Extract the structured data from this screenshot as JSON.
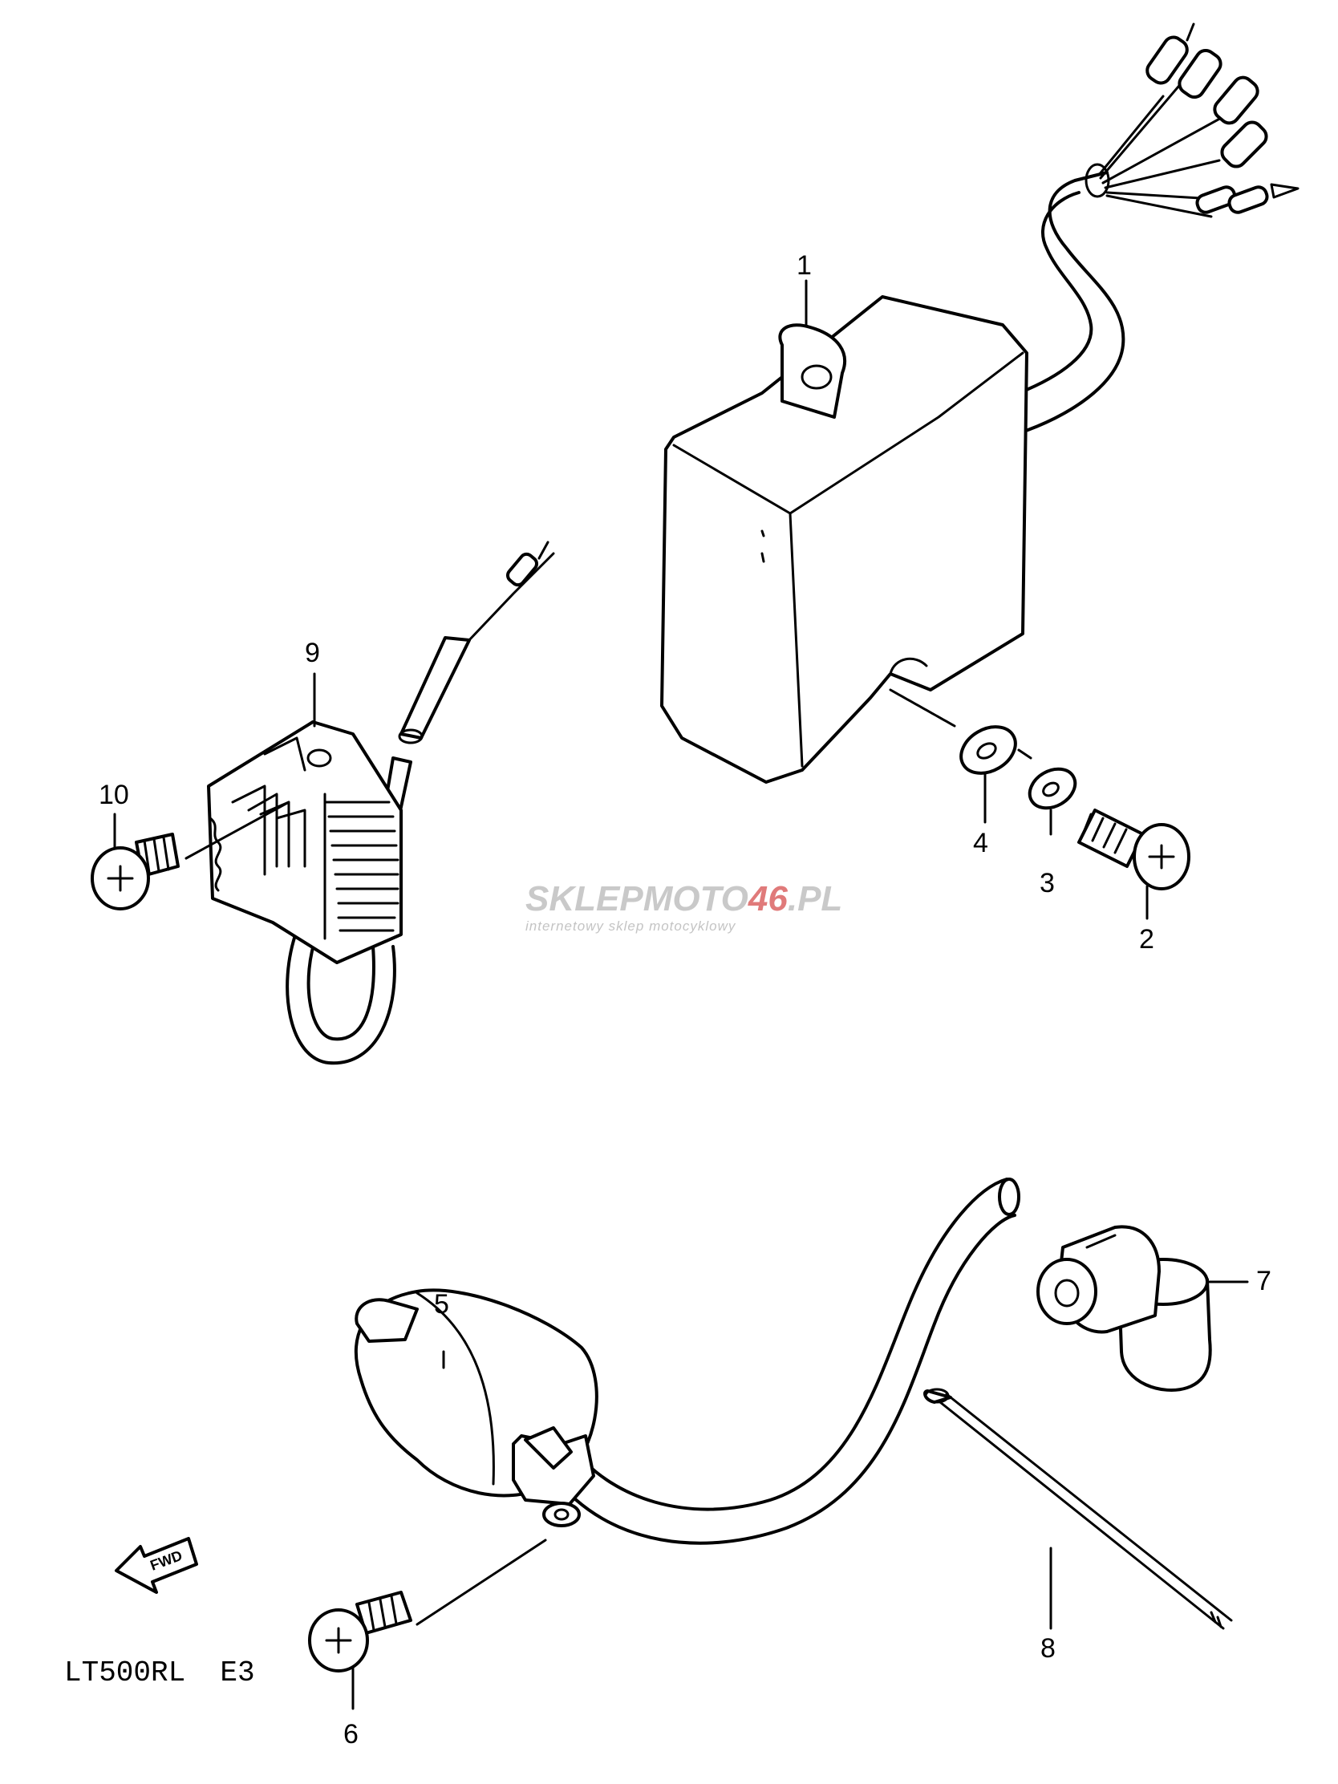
{
  "callouts": [
    {
      "id": "1",
      "label": "1"
    },
    {
      "id": "2",
      "label": "2"
    },
    {
      "id": "3",
      "label": "3"
    },
    {
      "id": "4",
      "label": "4"
    },
    {
      "id": "5",
      "label": "5"
    },
    {
      "id": "6",
      "label": "6"
    },
    {
      "id": "7",
      "label": "7"
    },
    {
      "id": "8",
      "label": "8"
    },
    {
      "id": "9",
      "label": "9"
    },
    {
      "id": "10",
      "label": "10"
    }
  ],
  "model_code": "LT500RL  E3",
  "watermark": {
    "brand_prefix": "SKLEPMOTO",
    "brand_accent": "46",
    "brand_suffix": ".PL",
    "tagline": "internetowy sklep motocyklowy"
  },
  "colors": {
    "line": "#000000",
    "background": "#ffffff",
    "watermark_gray": "#c9c9c9",
    "watermark_red": "#e07a7a"
  }
}
